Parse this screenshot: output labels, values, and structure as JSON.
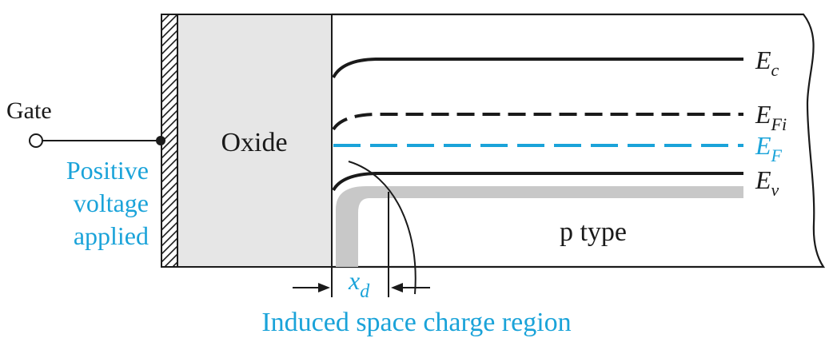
{
  "colors": {
    "ink": "#1a1a1a",
    "accent": "#1aa3d9",
    "oxide_fill": "#e6e6e6",
    "depletion_fill": "#c8c8c8"
  },
  "labels": {
    "gate": "Gate",
    "positive_voltage": [
      "Positive",
      "voltage",
      "applied"
    ],
    "oxide": "Oxide",
    "p_type": "p type",
    "space_charge_region": "Induced space charge region"
  },
  "bands": {
    "ec": {
      "main": "E",
      "sub": "c"
    },
    "efi": {
      "main": "E",
      "sub": "Fi"
    },
    "ef": {
      "main": "E",
      "sub": "F"
    },
    "ev": {
      "main": "E",
      "sub": "v"
    }
  },
  "dimension": {
    "xd": {
      "main": "x",
      "sub": "d"
    }
  },
  "icons": {
    "gate_terminal": "open-circle",
    "metal_gate": "hatched-bar",
    "break_edge": "wavy-cut"
  }
}
